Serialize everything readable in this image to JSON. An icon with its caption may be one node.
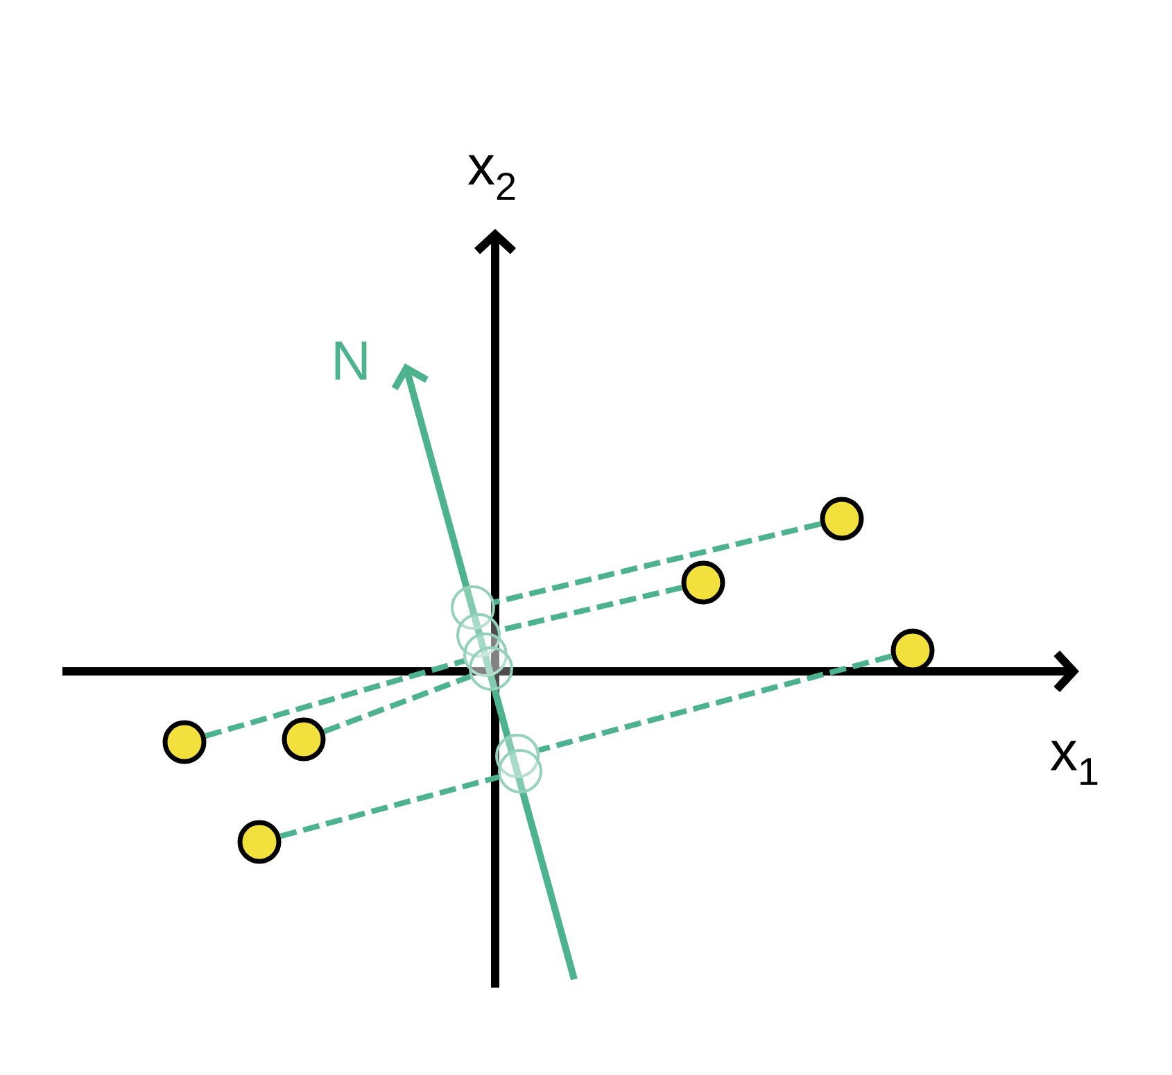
{
  "diagram": {
    "nodes": [
      {
        "text": [],
        "shape": "circle"
      },
      {
        "text": [],
        "shape": "circle"
      },
      {
        "text": [],
        "shape": "circle"
      },
      {
        "text": [],
        "shape": "circle"
      },
      {
        "text": [],
        "shape": "circle"
      },
      {
        "text": [],
        "shape": "circle"
      },
      {
        "text": [],
        "shape": "circle"
      },
      {
        "text": [],
        "shape": "circle"
      },
      {
        "text": [],
        "shape": "circle"
      },
      {
        "text": [],
        "shape": "circle"
      },
      {
        "text": [],
        "shape": "circle"
      },
      {
        "text": [],
        "shape": "circle"
      }
    ],
    "edges": [
      {
        "from": 0,
        "to": 6,
        "arrow": "none",
        "style": "dashed"
      },
      {
        "from": 1,
        "to": 7,
        "arrow": "none",
        "style": "dashed"
      },
      {
        "from": 4,
        "to": 8,
        "arrow": "none",
        "style": "dashed"
      },
      {
        "from": 3,
        "to": 9,
        "arrow": "none",
        "style": "dashed"
      },
      {
        "from": 2,
        "to": 10,
        "arrow": "none",
        "style": "dashed"
      },
      {
        "from": 5,
        "to": 11,
        "arrow": "none",
        "style": "dashed"
      }
    ],
    "labels": [
      "x$_{2}$",
      "N",
      "x$_{1}$"
    ]
  }
}
